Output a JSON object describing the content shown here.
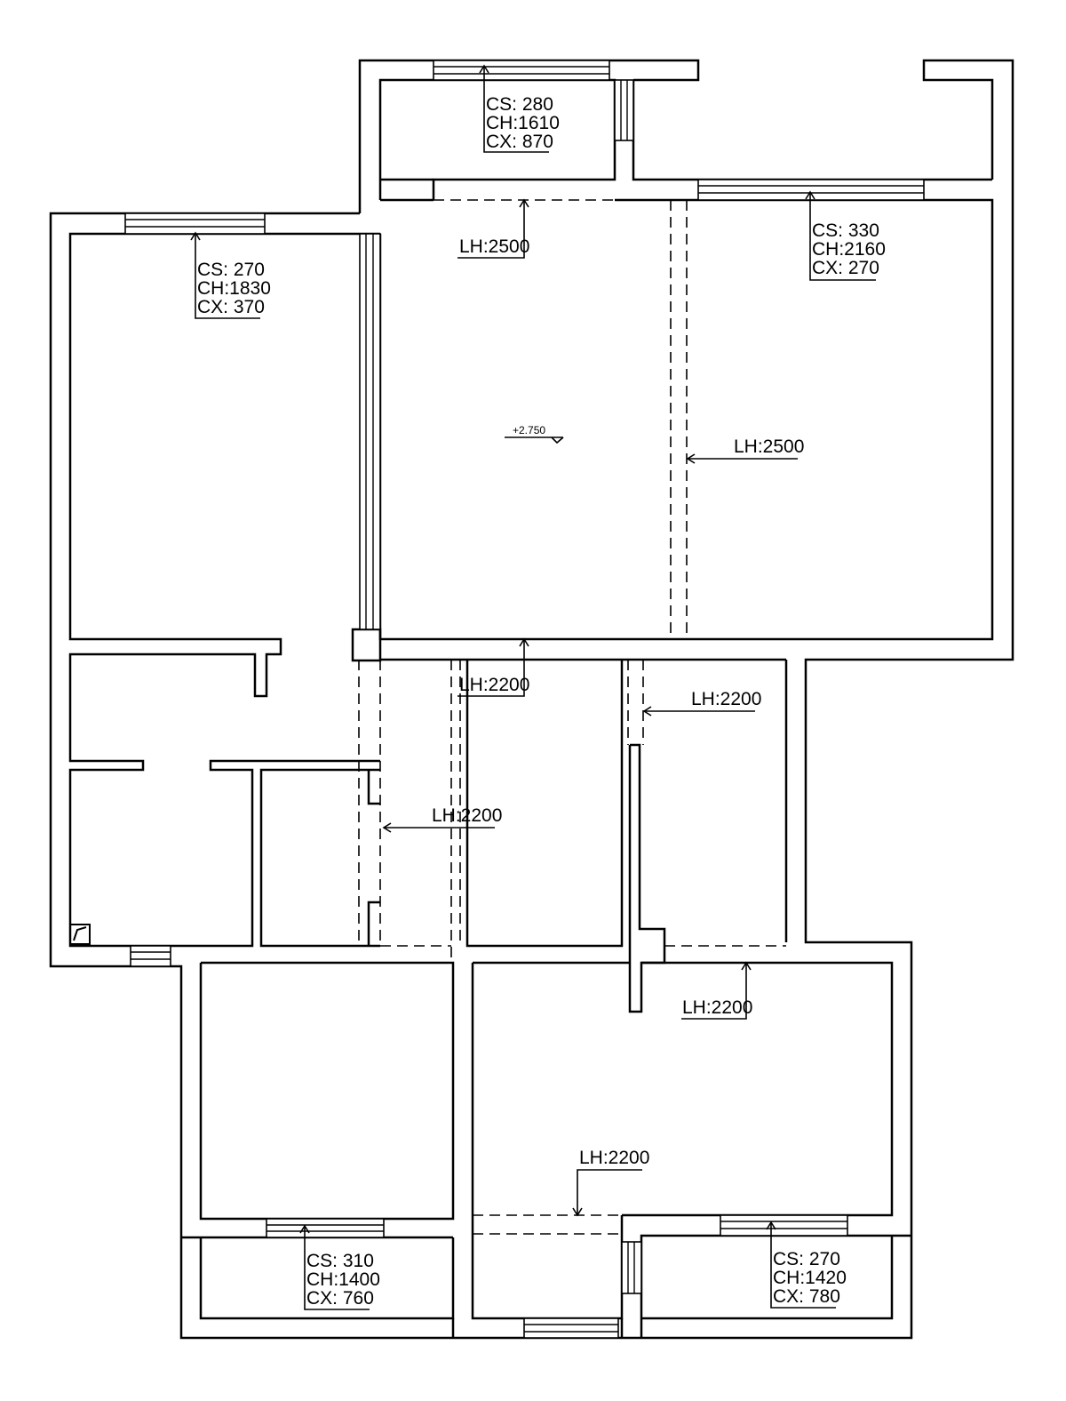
{
  "elevation": {
    "value": "+2.750"
  },
  "windows": [
    {
      "id": "top-center",
      "cs": "CS: 280",
      "ch": "CH:1610",
      "cx": "CX: 870"
    },
    {
      "id": "top-right",
      "cs": "CS: 330",
      "ch": "CH:2160",
      "cx": "CX: 270"
    },
    {
      "id": "left",
      "cs": "CS: 270",
      "ch": "CH:1830",
      "cx": "CX: 370"
    },
    {
      "id": "bottom-left",
      "cs": "CS: 310",
      "ch": "CH:1400",
      "cx": "CX: 760"
    },
    {
      "id": "bottom-right",
      "cs": "CS: 270",
      "ch": "CH:1420",
      "cx": "CX: 780"
    }
  ],
  "openings": [
    {
      "id": "top-center",
      "label": "LH:2500"
    },
    {
      "id": "center-right",
      "label": "LH:2500"
    },
    {
      "id": "mid-center",
      "label": "LH:2200"
    },
    {
      "id": "mid-right",
      "label": "LH:2200"
    },
    {
      "id": "mid-left",
      "label": "LH:2200"
    },
    {
      "id": "lower-right",
      "label": "LH:2200"
    },
    {
      "id": "bottom-center",
      "label": "LH:2200"
    }
  ]
}
